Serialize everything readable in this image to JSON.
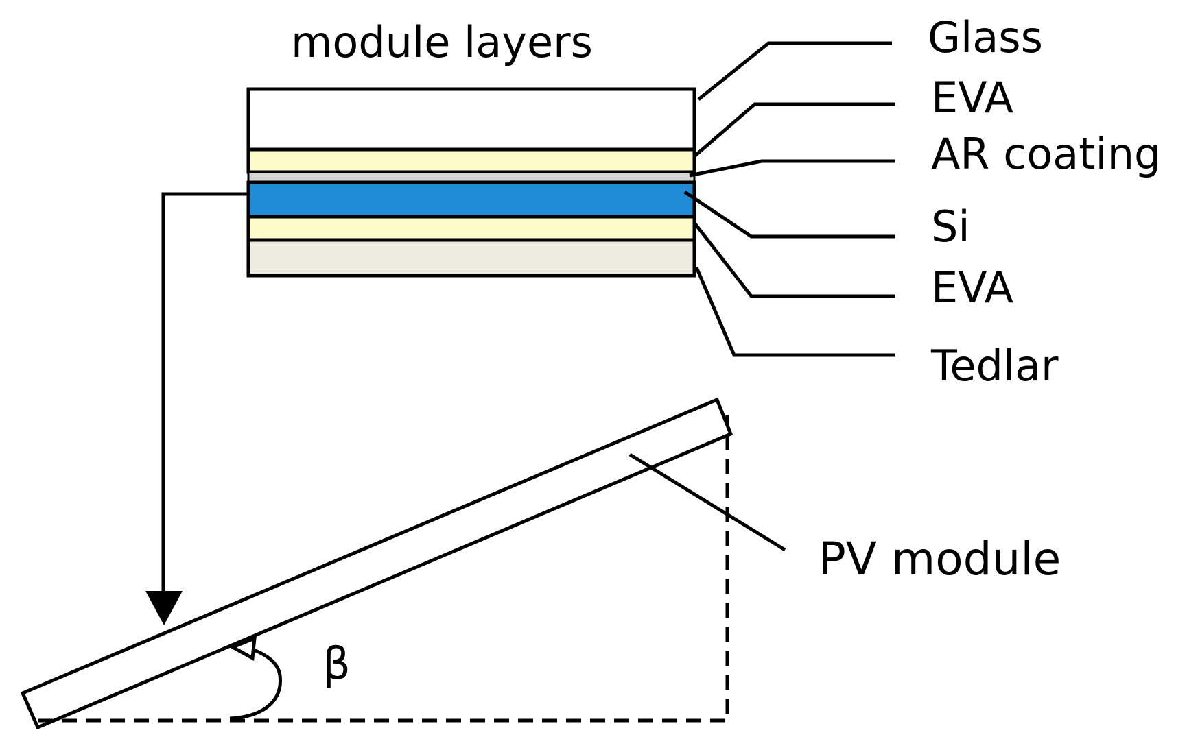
{
  "title": "module layers",
  "layers": [
    {
      "name": "Glass",
      "color": "#ffffff"
    },
    {
      "name": "EVA",
      "color": "#fffccb"
    },
    {
      "name": "AR coating",
      "color": "#d6d6d6"
    },
    {
      "name": "Si",
      "color": "#1f8bd6"
    },
    {
      "name": "EVA",
      "color": "#fffccb"
    },
    {
      "name": "Tedlar",
      "color": "#eeebe0"
    }
  ],
  "module_label": "PV module",
  "angle_label": "β"
}
